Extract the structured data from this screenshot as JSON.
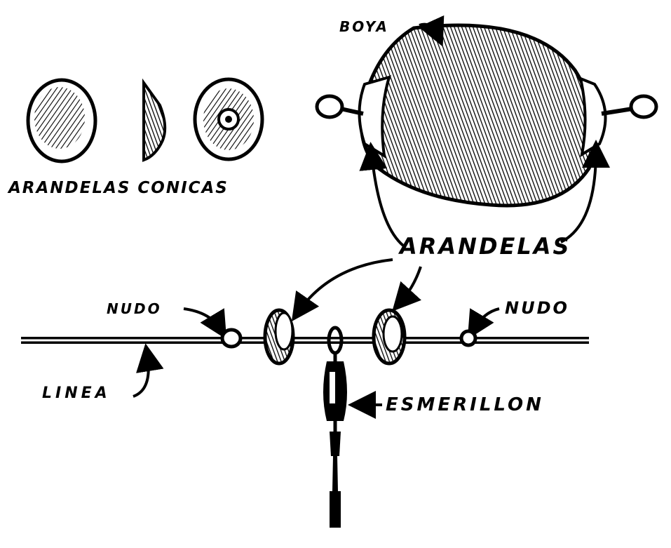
{
  "labels": {
    "boya": "BOYA",
    "arandelas_conicas": "ARANDELAS CONICAS",
    "arandelas": "ARANDELAS",
    "nudo_left": "NUDO",
    "nudo_right": "NUDO",
    "linea": "LINEA",
    "esmerillon": "ESMERILLON"
  },
  "colors": {
    "ink": "#000000",
    "paper": "#ffffff"
  }
}
